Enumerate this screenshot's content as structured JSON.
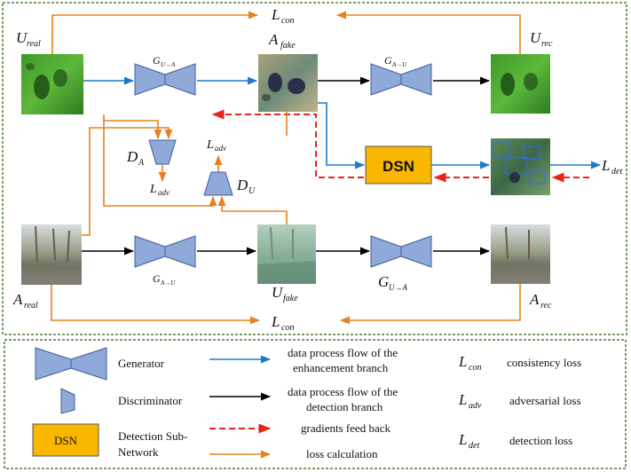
{
  "colors": {
    "generator": "#8fa9d8",
    "generator_stroke": "#3f5f9a",
    "dsn": "#f9b700",
    "enhancement_flow": "#1f78c8",
    "detection_flow": "#000000",
    "gradient_feedback": "#e8231a",
    "loss_calc": "#e88020",
    "frame": "#4e7a3a"
  },
  "labels": {
    "u_real": {
      "main": "U",
      "sub": "real"
    },
    "a_fake": {
      "main": "A",
      "sub": "fake"
    },
    "u_rec": {
      "main": "U",
      "sub": "rec"
    },
    "a_real": {
      "main": "A",
      "sub": "real"
    },
    "u_fake": {
      "main": "U",
      "sub": "fake"
    },
    "a_rec": {
      "main": "A",
      "sub": "rec"
    },
    "l_con_top": {
      "main": "L",
      "sub": "con"
    },
    "l_con_bottom": {
      "main": "L",
      "sub": "con"
    },
    "g_u_to_a_top": {
      "main": "G",
      "sub": "U→A"
    },
    "g_a_to_u_top": {
      "main": "G",
      "sub": "A→U"
    },
    "g_a_to_u_bottom": {
      "main": "G",
      "sub": "A→U"
    },
    "g_u_to_a_bottom": {
      "main": "G",
      "sub": "U→A"
    },
    "d_a": {
      "main": "D",
      "sub": "A"
    },
    "d_u": {
      "main": "D",
      "sub": "U"
    },
    "l_adv_da": {
      "main": "L",
      "sub": "adv"
    },
    "l_adv_du": {
      "main": "L",
      "sub": "adv"
    },
    "l_det": {
      "main": "L",
      "sub": "det"
    },
    "dsn": "DSN"
  },
  "legend": {
    "generator": "Generator",
    "discriminator": "Discriminator",
    "dsn_box": "DSN",
    "dsn_text_line1": "Detection Sub-",
    "dsn_text_line2": "Network",
    "blue_line1": "data process flow of the",
    "blue_line2": "enhancement branch",
    "black_line1": "data process flow of the",
    "black_line2": "detection branch",
    "red": "gradients feed back",
    "orange": "loss calculation",
    "l_con": {
      "main": "L",
      "sub": "con",
      "desc": "consistency loss"
    },
    "l_adv": {
      "main": "L",
      "sub": "adv",
      "desc": "adversarial loss"
    },
    "l_det": {
      "main": "L",
      "sub": "det",
      "desc": "detection loss"
    }
  }
}
